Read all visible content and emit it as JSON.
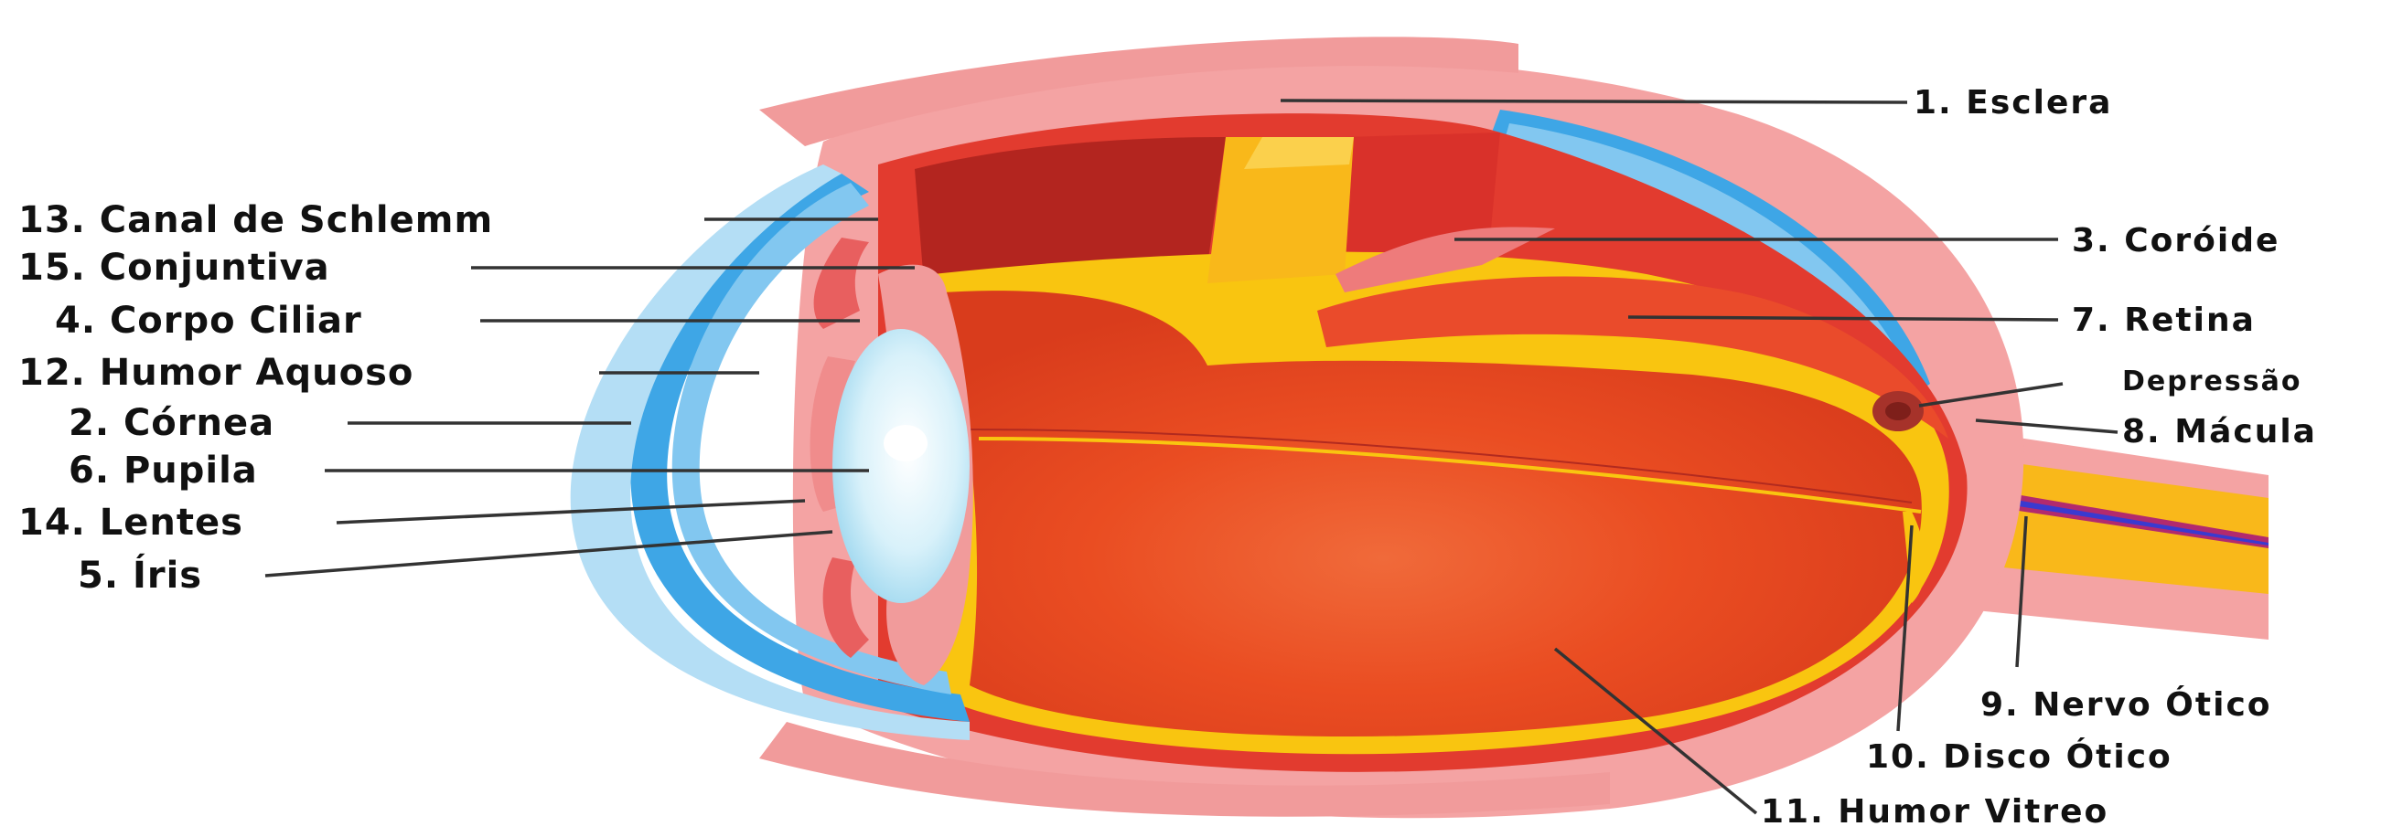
{
  "diagram": {
    "labels_left": [
      {
        "id": "canal-schlemm",
        "text": "13. Canal de Schlemm"
      },
      {
        "id": "conjuntiva",
        "text": "15. Conjuntiva"
      },
      {
        "id": "corpo-ciliar",
        "text": "4. Corpo Ciliar"
      },
      {
        "id": "humor-aquoso",
        "text": "12. Humor Aquoso"
      },
      {
        "id": "cornea",
        "text": "2. Córnea"
      },
      {
        "id": "pupila",
        "text": "6. Pupila"
      },
      {
        "id": "lentes",
        "text": "14. Lentes"
      },
      {
        "id": "iris",
        "text": "5. Íris"
      }
    ],
    "labels_right": [
      {
        "id": "esclera",
        "text": "1. Esclera"
      },
      {
        "id": "coroide",
        "text": "3. Coróide"
      },
      {
        "id": "retina",
        "text": "7. Retina"
      },
      {
        "id": "depressao",
        "text": "Depressão"
      },
      {
        "id": "macula",
        "text": "8. Mácula"
      },
      {
        "id": "nervo-otico",
        "text": "9. Nervo Ótico"
      },
      {
        "id": "disco-otico",
        "text": "10. Disco Ótico"
      },
      {
        "id": "humor-vitreo",
        "text": "11. Humor Vitreo"
      }
    ]
  },
  "colors": {
    "sclera": "#f4a3a3",
    "choroid": "#e23b2f",
    "retina": "#f9c510",
    "vitreous": "#ea4d22",
    "cornea": "#6dbdeb",
    "lens": "#dff4fb",
    "dark_muscle": "#b3251f"
  }
}
